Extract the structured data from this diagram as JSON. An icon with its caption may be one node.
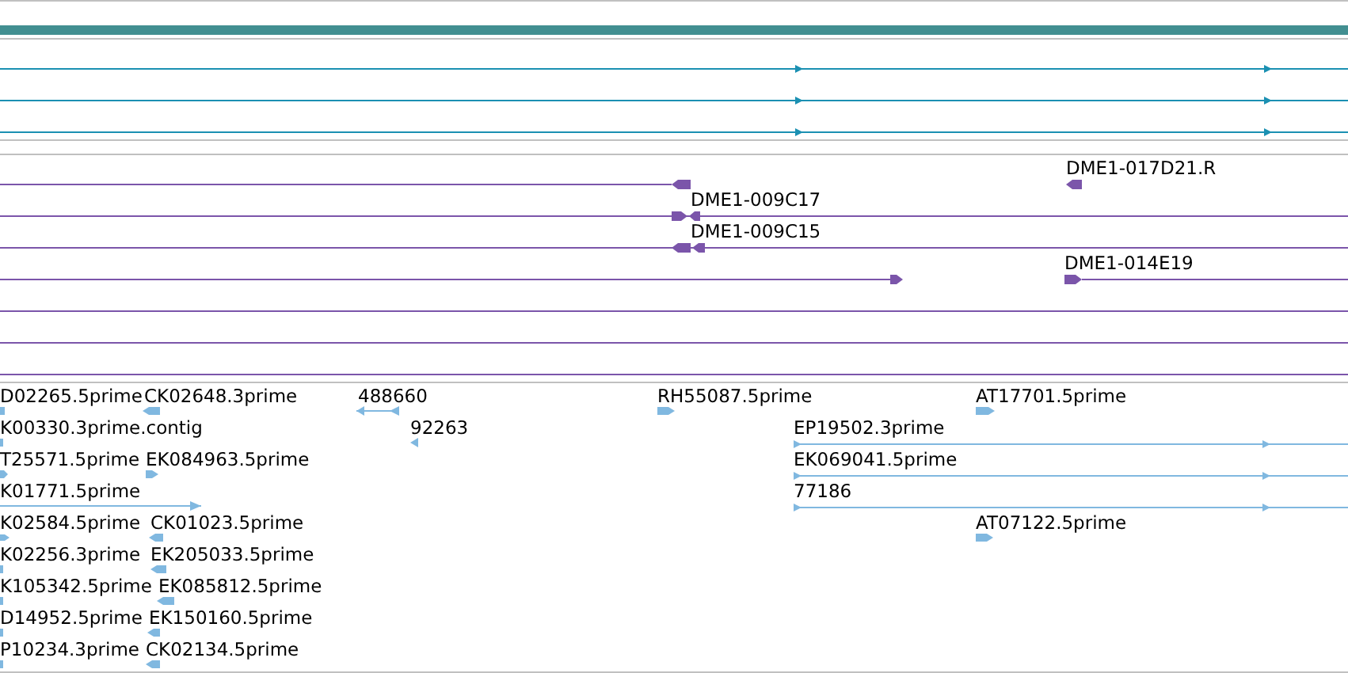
{
  "diagram": {
    "labels": [
      "DME1-017D21.R",
      "DME1-009C17",
      "DME1-009C15",
      "DME1-014E19",
      "D02265.5prime",
      "CK02648.3prime",
      "488660",
      "RH55087.5prime",
      "AT17701.5prime",
      "K00330.3prime.contig",
      "92263",
      "EP19502.3prime",
      "T25571.5prime",
      "EK084963.5prime",
      "EK069041.5prime",
      "K01771.5prime",
      "77186",
      "K02584.5prime",
      "CK01023.5prime",
      "AT07122.5prime",
      "K02256.3prime",
      "EK205033.5prime",
      "K105342.5prime",
      "EK085812.5prime",
      "D14952.5prime",
      "EK150160.5prime",
      "P10234.3prime",
      "CK02134.5prime"
    ]
  }
}
